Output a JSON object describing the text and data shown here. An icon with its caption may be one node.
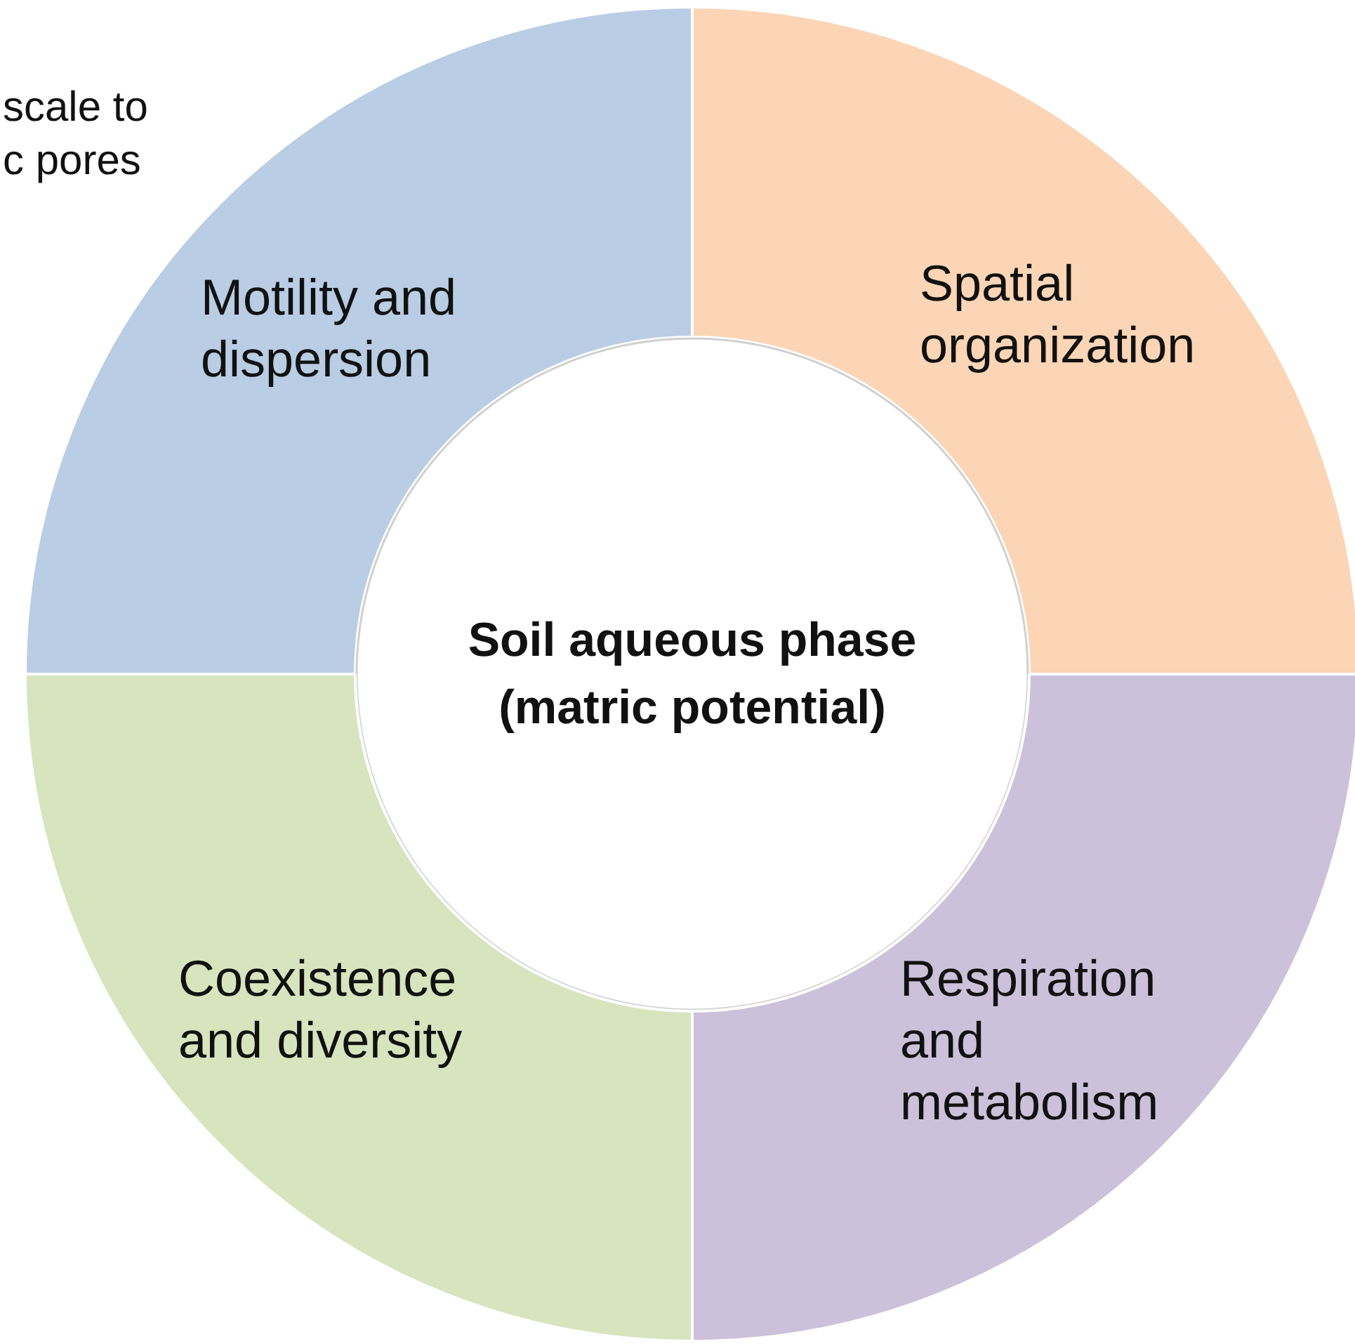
{
  "diagram": {
    "nodes": [
      {
        "text": [
          "Motility and dispersion"
        ]
      },
      {
        "text": [
          "Spatial organization"
        ]
      },
      {
        "text": [
          "Soil aqueous phase (matric potential)"
        ]
      },
      {
        "text": [
          "Coexistence and diversity"
        ]
      },
      {
        "text": [
          "Respiration and metabolism"
        ]
      }
    ],
    "labels": [
      "scale to c pores"
    ]
  }
}
